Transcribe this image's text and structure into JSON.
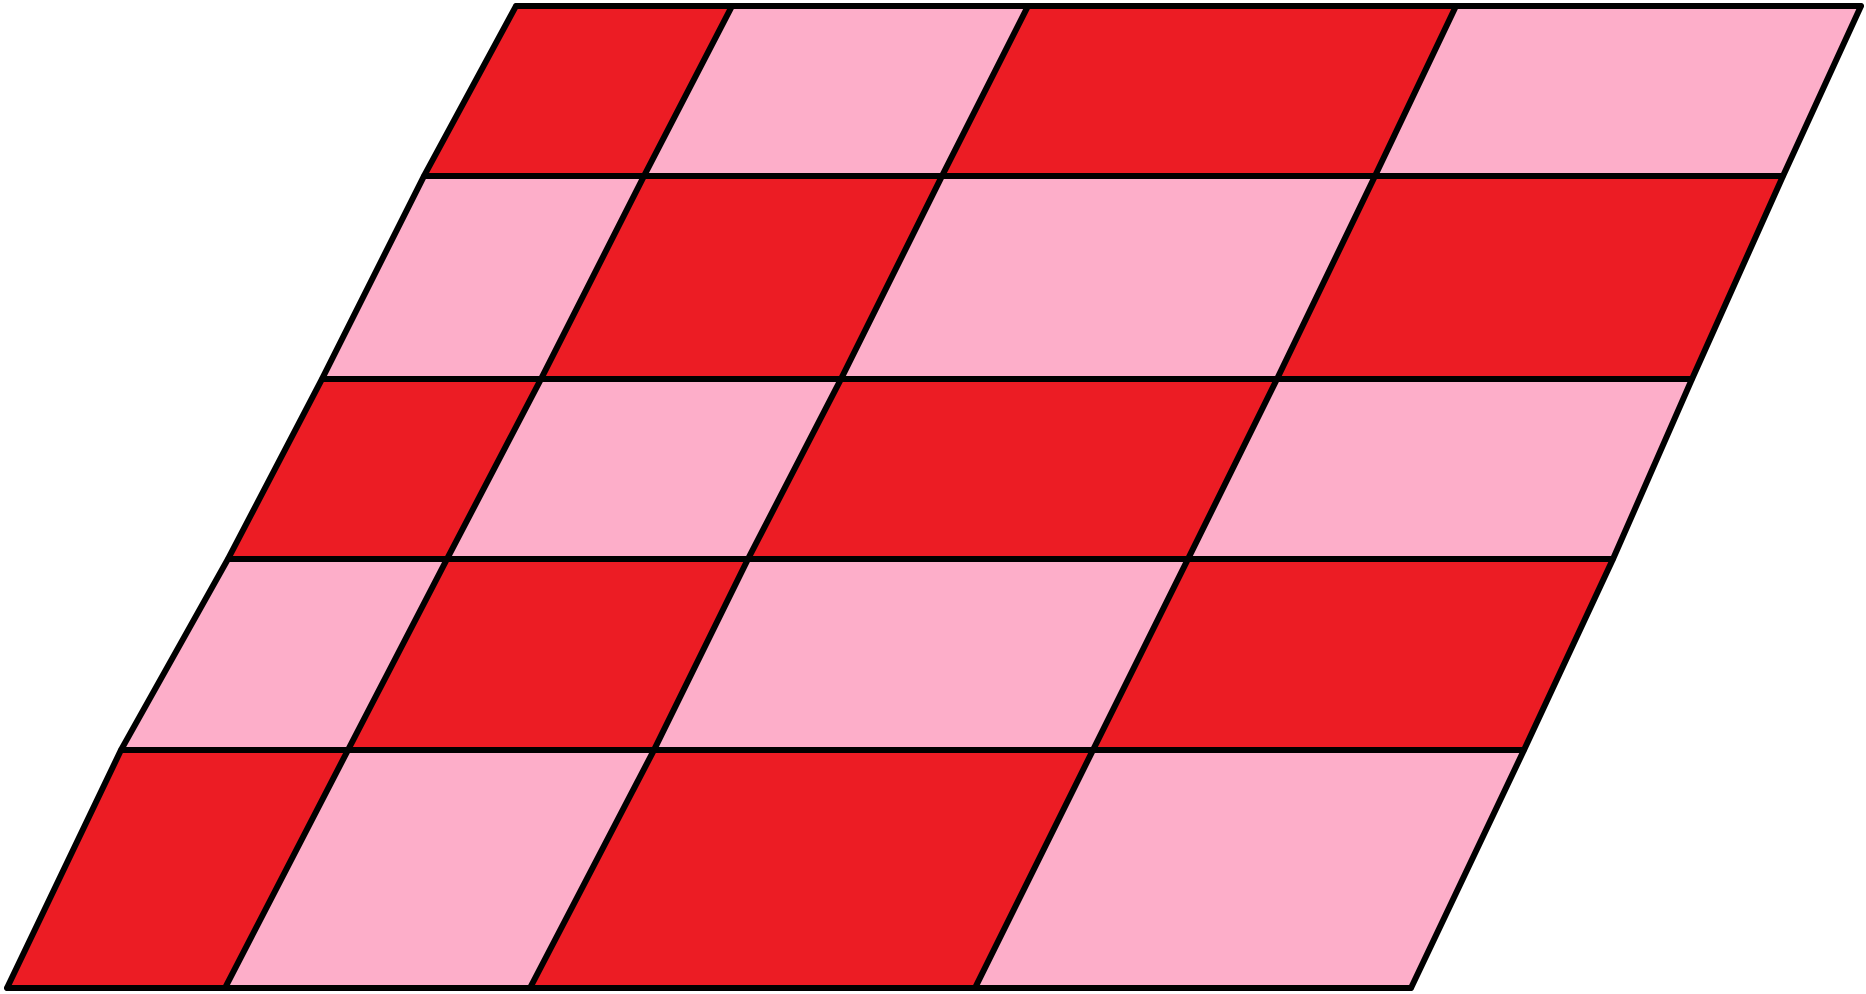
{
  "diagram": {
    "shape": "parallelogram",
    "rows": 5,
    "columns": 4,
    "colors": {
      "dark": "#ec1c24",
      "light": "#fdaec9",
      "line": "#000000",
      "background": "#ffffff"
    },
    "cells": [
      [
        "dark",
        "light",
        "dark",
        "light"
      ],
      [
        "light",
        "dark",
        "light",
        "dark"
      ],
      [
        "dark",
        "light",
        "dark",
        "light"
      ],
      [
        "light",
        "dark",
        "light",
        "dark"
      ],
      [
        "dark",
        "light",
        "dark",
        "light"
      ]
    ]
  }
}
